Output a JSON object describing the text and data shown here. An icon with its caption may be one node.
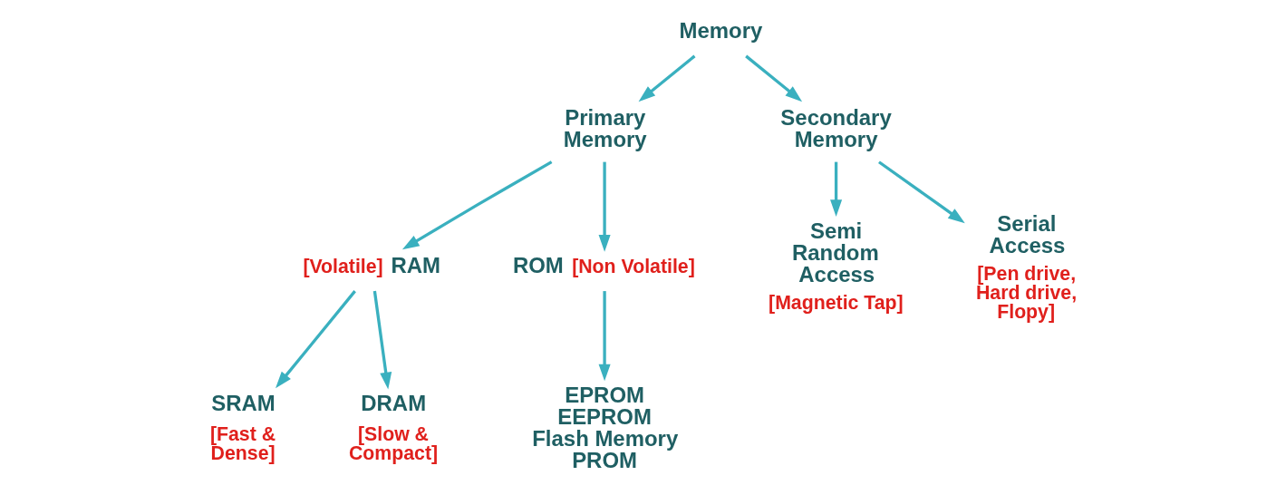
{
  "diagram": {
    "nodes": [
      {
        "text": [
          "Memory"
        ]
      },
      {
        "text": [
          "Primary Memory"
        ]
      },
      {
        "text": [
          "Secondary Memory"
        ]
      },
      {
        "text": [
          "RAM"
        ],
        "beside": [
          "[Volatile]"
        ]
      },
      {
        "text": [
          "ROM"
        ],
        "beside": [
          "[Non Volatile]"
        ]
      },
      {
        "text": [
          "SRAM"
        ],
        "beside": [
          "[Fast & Dense]"
        ]
      },
      {
        "text": [
          "DRAM"
        ],
        "beside": [
          "[Slow & Compact]"
        ]
      },
      {
        "text": [
          "EPROM",
          "EEPROM",
          "Flash Memory",
          "PROM"
        ]
      },
      {
        "text": [
          "Semi Random Access"
        ],
        "beside": [
          "[Magnetic Tap]"
        ]
      },
      {
        "text": [
          "Serial Access"
        ],
        "beside": [
          "[Pen drive, Hard drive, Flopy]"
        ]
      }
    ],
    "edges": [
      {
        "from": 0,
        "to": 1,
        "arrow": "to"
      },
      {
        "from": 0,
        "to": 2,
        "arrow": "to"
      },
      {
        "from": 1,
        "to": 3,
        "arrow": "to"
      },
      {
        "from": 1,
        "to": 4,
        "arrow": "to"
      },
      {
        "from": 3,
        "to": 5,
        "arrow": "to"
      },
      {
        "from": 3,
        "to": 6,
        "arrow": "to"
      },
      {
        "from": 4,
        "to": 7,
        "arrow": "to"
      },
      {
        "from": 2,
        "to": 8,
        "arrow": "to"
      },
      {
        "from": 2,
        "to": 9,
        "arrow": "to"
      }
    ]
  }
}
